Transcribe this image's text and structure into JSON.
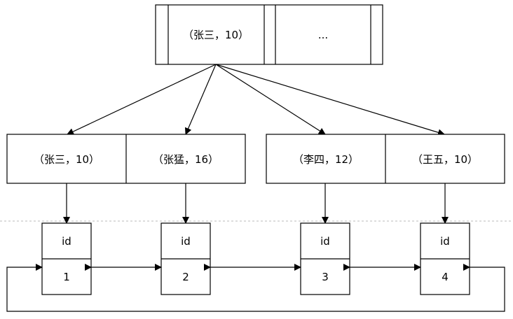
{
  "root": {
    "cells": [
      "（张三，10）",
      "..."
    ]
  },
  "middle": [
    {
      "cells": [
        "（张三，10）",
        "（张猛，16）"
      ]
    },
    {
      "cells": [
        "（李四，12）",
        "（王五，10）"
      ]
    }
  ],
  "leaves": [
    {
      "header": "id",
      "value": "1"
    },
    {
      "header": "id",
      "value": "2"
    },
    {
      "header": "id",
      "value": "3"
    },
    {
      "header": "id",
      "value": "4"
    }
  ],
  "colors": {
    "stroke": "#000000",
    "background": "#ffffff",
    "divider": "#bbbbbb"
  }
}
